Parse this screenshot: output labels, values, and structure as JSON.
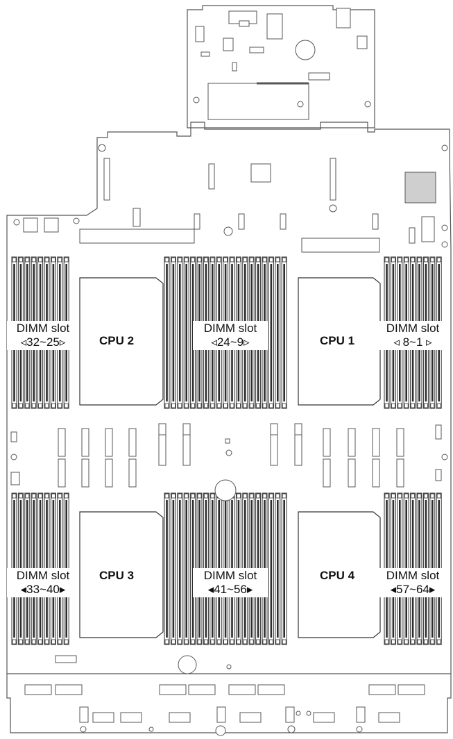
{
  "cpus": [
    {
      "id": "cpu2",
      "label": "CPU 2"
    },
    {
      "id": "cpu1",
      "label": "CPU 1"
    },
    {
      "id": "cpu3",
      "label": "CPU 3"
    },
    {
      "id": "cpu4",
      "label": "CPU 4"
    }
  ],
  "dimm_groups": [
    {
      "id": "slots-32-25",
      "title": "DIMM slot",
      "range": "◃32~25▹"
    },
    {
      "id": "slots-24-9",
      "title": "DIMM slot",
      "range": "◃24~9▹"
    },
    {
      "id": "slots-8-1",
      "title": "DIMM slot",
      "range": "◃ 8~1 ▹"
    },
    {
      "id": "slots-33-40",
      "title": "DIMM slot",
      "range": "◂33~40▸"
    },
    {
      "id": "slots-41-56",
      "title": "DIMM slot",
      "range": "◂41~56▸"
    },
    {
      "id": "slots-57-64",
      "title": "DIMM slot",
      "range": "◂57~64▸"
    }
  ],
  "colors": {
    "line": "#333333",
    "fill": "#ffffff",
    "dimm_fill": "#e0e0e0",
    "accent_fill": "#9a9a9a"
  }
}
